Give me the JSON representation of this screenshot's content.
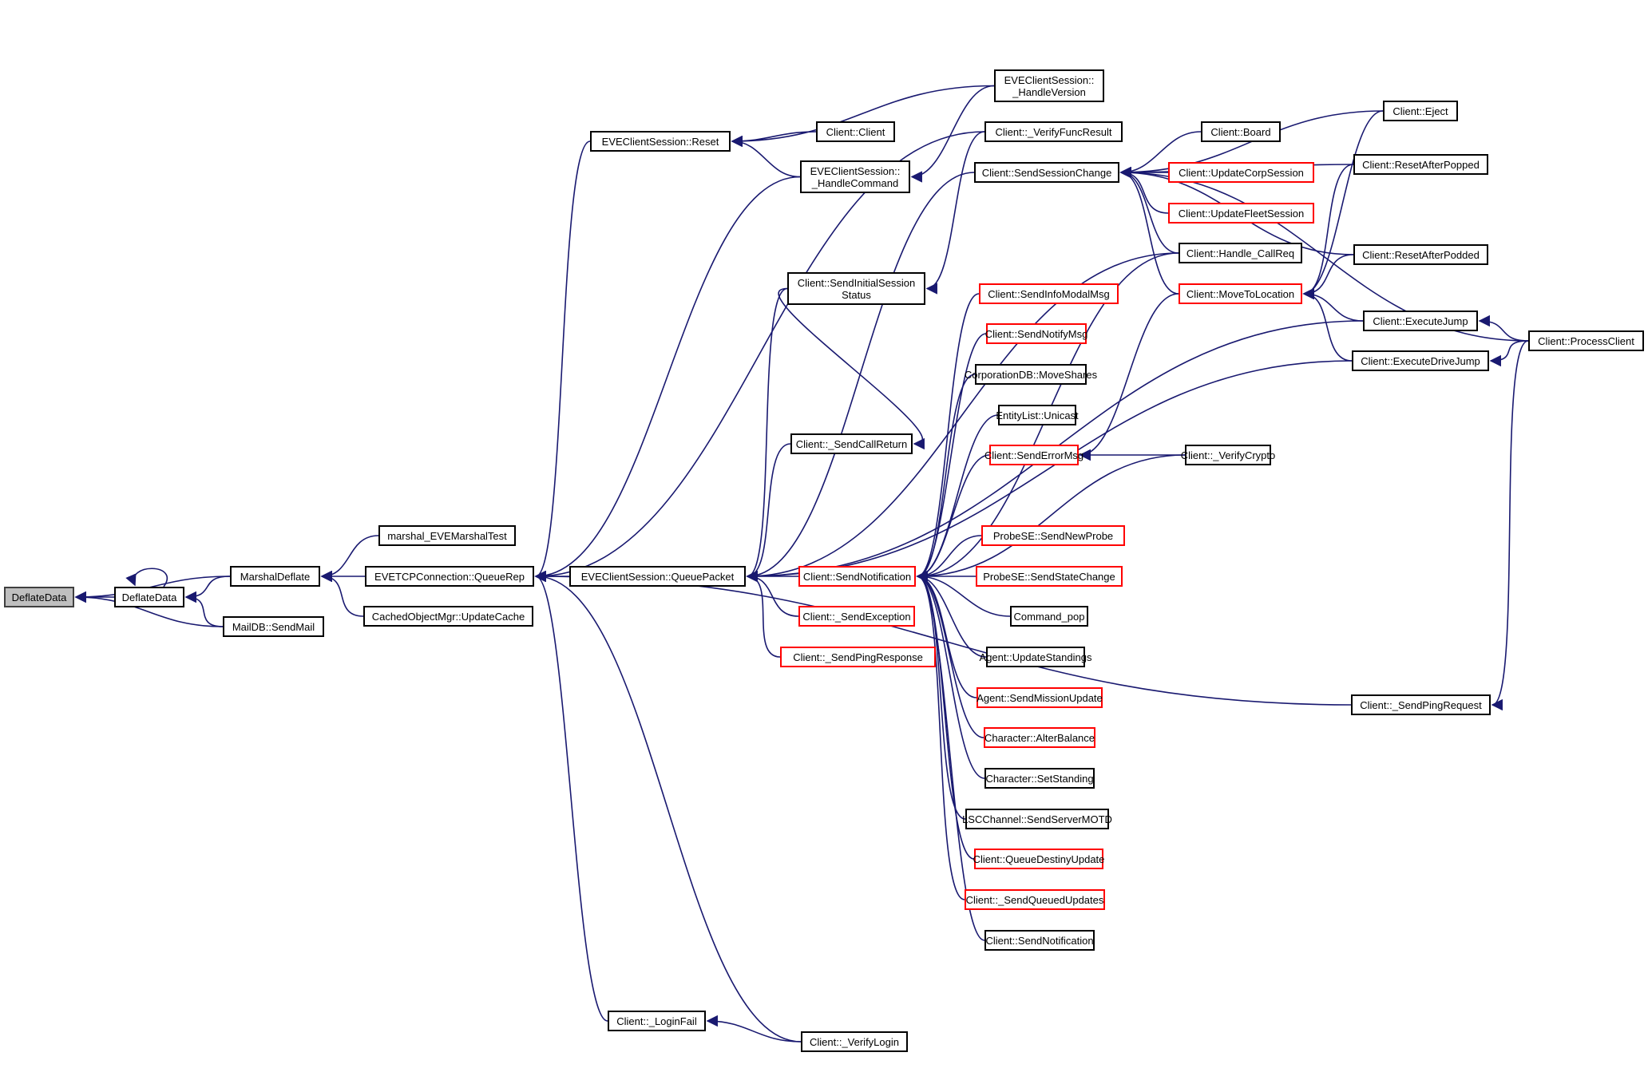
{
  "diagram": {
    "type": "doxygen-caller-graph",
    "edge_color": "#191970",
    "node_border_color": "#000000",
    "incomplete_node_border_color": "#ff0000",
    "root_fill_color": "#bfbfbf",
    "nodes": [
      {
        "id": "root",
        "label": "DeflateData",
        "style": "root"
      },
      {
        "id": "deflate2",
        "label": "DeflateData",
        "style": "normal"
      },
      {
        "id": "marshaldeflate",
        "label": "MarshalDeflate",
        "style": "normal"
      },
      {
        "id": "sendmail",
        "label": "MailDB::SendMail",
        "style": "normal"
      },
      {
        "id": "marshaltest",
        "label": "marshal_EVEMarshalTest",
        "style": "normal"
      },
      {
        "id": "queuerep",
        "label": "EVETCPConnection::QueueRep",
        "style": "normal"
      },
      {
        "id": "updatecache",
        "label": "CachedObjectMgr::UpdateCache",
        "style": "normal"
      },
      {
        "id": "queuepacket",
        "label": "EVEClientSession::QueuePacket",
        "style": "normal"
      },
      {
        "id": "reset",
        "label": "EVEClientSession::Reset",
        "style": "normal"
      },
      {
        "id": "clientclient",
        "label": "Client::Client",
        "style": "normal"
      },
      {
        "id": "handleversion",
        "label": "EVEClientSession::\n_HandleVersion",
        "style": "normal"
      },
      {
        "id": "handlecommand",
        "label": "EVEClientSession::\n_HandleCommand",
        "style": "normal"
      },
      {
        "id": "verifyfunc",
        "label": "Client::_VerifyFuncResult",
        "style": "normal"
      },
      {
        "id": "sendsession",
        "label": "Client::SendSessionChange",
        "style": "normal"
      },
      {
        "id": "board",
        "label": "Client::Board",
        "style": "normal"
      },
      {
        "id": "updatecorp",
        "label": "Client::UpdateCorpSession",
        "style": "red"
      },
      {
        "id": "updatefleet",
        "label": "Client::UpdateFleetSession",
        "style": "red"
      },
      {
        "id": "handlecall",
        "label": "Client::Handle_CallReq",
        "style": "normal"
      },
      {
        "id": "movetoloc",
        "label": "Client::MoveToLocation",
        "style": "red"
      },
      {
        "id": "initsession",
        "label": "Client::SendInitialSession\nStatus",
        "style": "normal"
      },
      {
        "id": "infomodal",
        "label": "Client::SendInfoModalMsg",
        "style": "red"
      },
      {
        "id": "notifymsg",
        "label": "Client::SendNotifyMsg",
        "style": "red"
      },
      {
        "id": "moveshares",
        "label": "CorporationDB::MoveShares",
        "style": "normal"
      },
      {
        "id": "unicast",
        "label": "EntityList::Unicast",
        "style": "normal"
      },
      {
        "id": "sendcallreturn",
        "label": "Client::_SendCallReturn",
        "style": "normal"
      },
      {
        "id": "senderror",
        "label": "Client::SendErrorMsg",
        "style": "red"
      },
      {
        "id": "verifycrypto",
        "label": "Client::_VerifyCrypto",
        "style": "normal"
      },
      {
        "id": "sendnotif",
        "label": "Client::SendNotification",
        "style": "red"
      },
      {
        "id": "newprobe",
        "label": "ProbeSE::SendNewProbe",
        "style": "red"
      },
      {
        "id": "statechange",
        "label": "ProbeSE::SendStateChange",
        "style": "red"
      },
      {
        "id": "cmdpop",
        "label": "Command_pop",
        "style": "normal"
      },
      {
        "id": "updatestandings",
        "label": "Agent::UpdateStandings",
        "style": "normal"
      },
      {
        "id": "missionupdate",
        "label": "Agent::SendMissionUpdate",
        "style": "red"
      },
      {
        "id": "alterbalance",
        "label": "Character::AlterBalance",
        "style": "red"
      },
      {
        "id": "setstanding",
        "label": "Character::SetStanding",
        "style": "normal"
      },
      {
        "id": "motd",
        "label": "LSCChannel::SendServerMOTD",
        "style": "normal"
      },
      {
        "id": "destiny",
        "label": "Client::QueueDestinyUpdate",
        "style": "red"
      },
      {
        "id": "queuedupdates",
        "label": "Client::_SendQueuedUpdates",
        "style": "red"
      },
      {
        "id": "sendnotif2",
        "label": "Client::SendNotification",
        "style": "normal"
      },
      {
        "id": "sendexception",
        "label": "Client::_SendException",
        "style": "red"
      },
      {
        "id": "pingresponse",
        "label": "Client::_SendPingResponse",
        "style": "red"
      },
      {
        "id": "loginfail",
        "label": "Client::_LoginFail",
        "style": "normal"
      },
      {
        "id": "verifylogin",
        "label": "Client::_VerifyLogin",
        "style": "normal"
      },
      {
        "id": "eject",
        "label": "Client::Eject",
        "style": "normal"
      },
      {
        "id": "resetpopped",
        "label": "Client::ResetAfterPopped",
        "style": "normal"
      },
      {
        "id": "resetpodded",
        "label": "Client::ResetAfterPodded",
        "style": "normal"
      },
      {
        "id": "executejump",
        "label": "Client::ExecuteJump",
        "style": "normal"
      },
      {
        "id": "drivejump",
        "label": "Client::ExecuteDriveJump",
        "style": "normal"
      },
      {
        "id": "processclient",
        "label": "Client::ProcessClient",
        "style": "normal"
      },
      {
        "id": "pingrequest",
        "label": "Client::_SendPingRequest",
        "style": "normal"
      }
    ],
    "edges": [
      [
        "deflate2",
        "root"
      ],
      [
        "marshaldeflate",
        "root"
      ],
      [
        "sendmail",
        "root"
      ],
      [
        "deflate2",
        "deflate2"
      ],
      [
        "marshaldeflate",
        "deflate2"
      ],
      [
        "sendmail",
        "deflate2"
      ],
      [
        "marshaltest",
        "marshaldeflate"
      ],
      [
        "queuerep",
        "marshaldeflate"
      ],
      [
        "updatecache",
        "marshaldeflate"
      ],
      [
        "queuepacket",
        "queuerep"
      ],
      [
        "reset",
        "queuerep"
      ],
      [
        "handlecommand",
        "queuerep"
      ],
      [
        "verifyfunc",
        "queuerep"
      ],
      [
        "loginfail",
        "queuerep"
      ],
      [
        "verifylogin",
        "queuerep"
      ],
      [
        "pingrequest",
        "queuerep"
      ],
      [
        "clientclient",
        "reset"
      ],
      [
        "handleversion",
        "reset"
      ],
      [
        "handlecommand",
        "reset"
      ],
      [
        "handleversion",
        "handlecommand"
      ],
      [
        "sendnotif",
        "queuepacket"
      ],
      [
        "sendexception",
        "queuepacket"
      ],
      [
        "pingresponse",
        "queuepacket"
      ],
      [
        "sendcallreturn",
        "queuepacket"
      ],
      [
        "initsession",
        "queuepacket"
      ],
      [
        "sendsession",
        "queuepacket"
      ],
      [
        "handlecall",
        "queuepacket"
      ],
      [
        "executejump",
        "queuepacket"
      ],
      [
        "drivejump",
        "queuepacket"
      ],
      [
        "verifyfunc",
        "initsession"
      ],
      [
        "initsession",
        "sendcallreturn"
      ],
      [
        "board",
        "sendsession"
      ],
      [
        "updatecorp",
        "sendsession"
      ],
      [
        "updatefleet",
        "sendsession"
      ],
      [
        "handlecall",
        "sendsession"
      ],
      [
        "movetoloc",
        "sendsession"
      ],
      [
        "eject",
        "sendsession"
      ],
      [
        "resetpopped",
        "sendsession"
      ],
      [
        "resetpodded",
        "sendsession"
      ],
      [
        "processclient",
        "sendsession"
      ],
      [
        "executejump",
        "movetoloc"
      ],
      [
        "drivejump",
        "movetoloc"
      ],
      [
        "eject",
        "movetoloc"
      ],
      [
        "resetpopped",
        "movetoloc"
      ],
      [
        "resetpodded",
        "movetoloc"
      ],
      [
        "processclient",
        "executejump"
      ],
      [
        "processclient",
        "drivejump"
      ],
      [
        "processclient",
        "pingrequest"
      ],
      [
        "movetoloc",
        "senderror"
      ],
      [
        "verifycrypto",
        "senderror"
      ],
      [
        "infomodal",
        "sendnotif"
      ],
      [
        "notifymsg",
        "sendnotif"
      ],
      [
        "moveshares",
        "sendnotif"
      ],
      [
        "unicast",
        "sendnotif"
      ],
      [
        "senderror",
        "sendnotif"
      ],
      [
        "newprobe",
        "sendnotif"
      ],
      [
        "statechange",
        "sendnotif"
      ],
      [
        "cmdpop",
        "sendnotif"
      ],
      [
        "updatestandings",
        "sendnotif"
      ],
      [
        "missionupdate",
        "sendnotif"
      ],
      [
        "alterbalance",
        "sendnotif"
      ],
      [
        "setstanding",
        "sendnotif"
      ],
      [
        "motd",
        "sendnotif"
      ],
      [
        "destiny",
        "sendnotif"
      ],
      [
        "queuedupdates",
        "sendnotif"
      ],
      [
        "sendnotif2",
        "sendnotif"
      ],
      [
        "verifycrypto",
        "sendnotif"
      ],
      [
        "handlecall",
        "sendnotif"
      ],
      [
        "verifylogin",
        "loginfail"
      ]
    ]
  }
}
